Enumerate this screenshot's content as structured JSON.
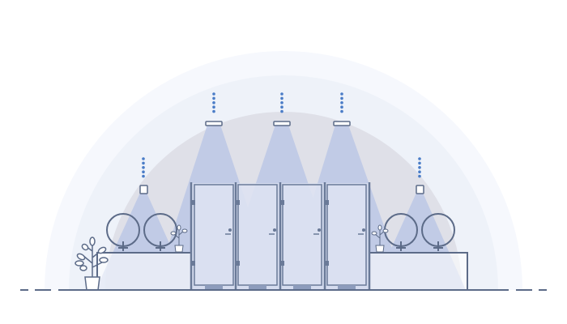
{
  "scene": {
    "subject": "restroom-illustration",
    "stall_count": 4,
    "ceiling_light_count": 3,
    "mirror_count": 4
  },
  "colors": {
    "background": "#ffffff",
    "halo_outer": "#f6f8fd",
    "halo_middle": "#eef2f9",
    "halo_inner": "#dfe0e8",
    "light_beam": "#b7c4e6",
    "door_fill": "#dde3f2",
    "outline": "#5c6b88",
    "dot": "#4a7cc7"
  }
}
